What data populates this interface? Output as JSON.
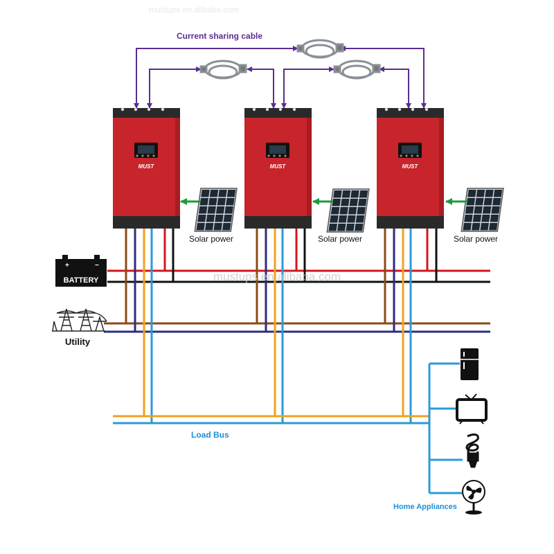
{
  "labels": {
    "current_sharing_cable": "Current sharing cable",
    "solar_power": "Solar power",
    "battery": "BATTERY",
    "utility": "Utility",
    "load_bus": "Load Bus",
    "home_appliances": "Home Appliances",
    "brand": "MUST",
    "watermark": "mustups.en.alibaba.com",
    "top_watermark": "mustups.en.alibaba.com"
  },
  "inverters": [
    {
      "brand": "MUST"
    },
    {
      "brand": "MUST"
    },
    {
      "brand": "MUST"
    }
  ],
  "appliances": [
    "fridge-icon",
    "tv-icon",
    "bulb-icon",
    "fan-icon"
  ],
  "colors": {
    "inverter_body": "#c8242b",
    "inverter_dark": "#2a2a2a",
    "cable_purple": "#5a2c91",
    "arrow_green": "#1d9a3a",
    "wire_red": "#d7141c",
    "wire_black": "#111111",
    "wire_brown": "#8b4a16",
    "wire_navy": "#2c2d80",
    "wire_orange": "#f0a21e",
    "wire_cyan": "#2a9ad8",
    "load_bus_text": "#1c8fd6",
    "appliances_text": "#1c8fd6"
  }
}
